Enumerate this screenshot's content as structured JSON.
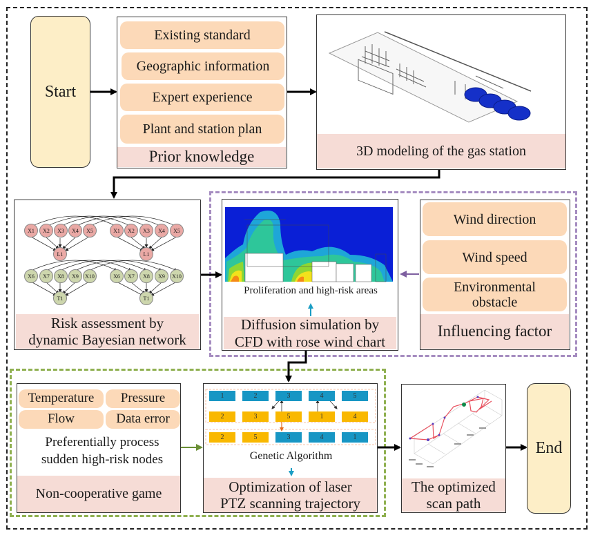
{
  "start": {
    "label": "Start"
  },
  "end": {
    "label": "End"
  },
  "prior_knowledge": {
    "items": [
      "Existing standard",
      "Geographic information",
      "Expert experience",
      "Plant and station plan"
    ],
    "caption": "Prior knowledge"
  },
  "modeling": {
    "caption": "3D modeling of the gas station"
  },
  "risk": {
    "caption_line1": "Risk assessment by",
    "caption_line2": "dynamic Bayesian network",
    "top_nodes": [
      "X1",
      "X2",
      "X3",
      "X4",
      "X5"
    ],
    "top_target": "L1",
    "bottom_nodes": [
      "X6",
      "X7",
      "X8",
      "X9",
      "X10"
    ],
    "bottom_target": "T1"
  },
  "diffusion": {
    "image_label": "Proliferation and high-risk areas",
    "caption_line1": "Diffusion simulation by",
    "caption_line2": "CFD with rose wind chart"
  },
  "influencing": {
    "items": [
      "Wind direction",
      "Wind speed",
      "Environmental obstacle"
    ],
    "item3_line1": "Environmental",
    "item3_line2": "obstacle",
    "caption": "Influencing factor"
  },
  "game": {
    "factors": [
      "Temperature",
      "Pressure",
      "Flow",
      "Data error"
    ],
    "note_line1": "Preferentially process",
    "note_line2": "sudden high-risk nodes",
    "caption": "Non-cooperative game"
  },
  "genetic": {
    "row1": [
      "1",
      "2",
      "3",
      "4",
      "5"
    ],
    "row2": [
      "2",
      "3",
      "5",
      "1",
      "4"
    ],
    "row3": [
      "2",
      "5",
      "3",
      "4",
      "1"
    ],
    "row3_colors": [
      "yellow",
      "yellow",
      "blue",
      "blue",
      "blue"
    ],
    "label": "Genetic Algorithm",
    "caption_line1": "Optimization of laser",
    "caption_line2": "PTZ scanning trajectory"
  },
  "scan_path": {
    "caption_line1": "The optimized",
    "caption_line2": "scan path"
  },
  "colors": {
    "terminal": "#fdeec7",
    "pill": "#fcd9b8",
    "caption": "#f6dcd6",
    "purple_group": "#a58cc0",
    "green_group": "#8fb050",
    "gene_blue": "#1796c4",
    "gene_yellow": "#f9b800"
  }
}
